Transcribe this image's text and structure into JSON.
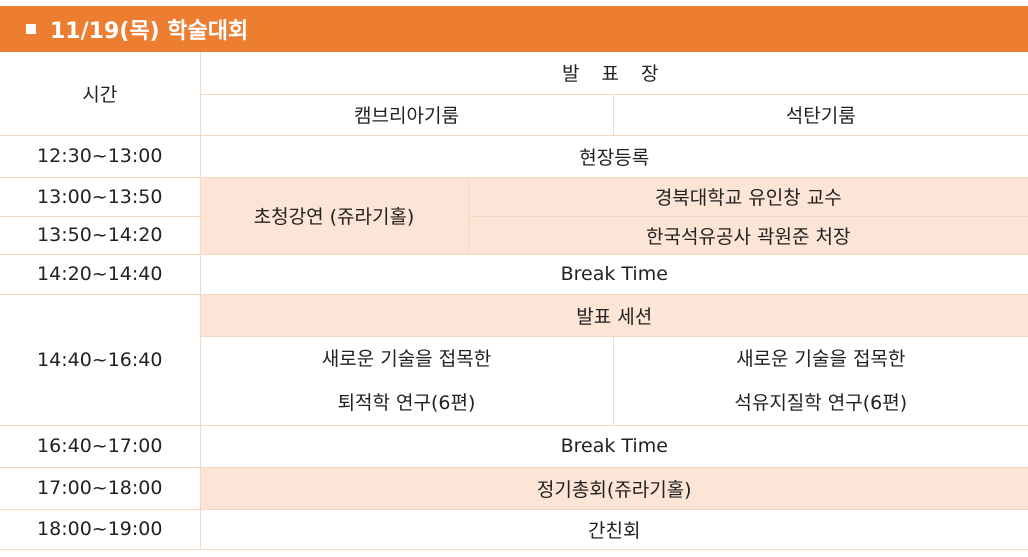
{
  "header": {
    "title": "11/19(목) 학술대회"
  },
  "columns": {
    "time_label": "시간",
    "venue_label": "발 표 장",
    "room1": "캠브리아기룸",
    "room2": "석탄기룸"
  },
  "rows": {
    "registration": {
      "time": "12:30~13:00",
      "label": "현장등록"
    },
    "invited_talk": {
      "label": "초청강연 (쥬라기홀)",
      "talk1": {
        "time": "13:00~13:50",
        "speaker": "경북대학교 유인창 교수"
      },
      "talk2": {
        "time": "13:50~14:20",
        "speaker": "한국석유공사 곽원준 처장"
      }
    },
    "break1": {
      "time": "14:20~14:40",
      "label": "Break Time"
    },
    "sessions": {
      "time": "14:40~16:40",
      "label": "발표 세션",
      "room1_line1": "새로운 기술을 접목한",
      "room1_line2": "퇴적학 연구(6편)",
      "room2_line1": "새로운 기술을 접목한",
      "room2_line2": "석유지질학 연구(6편)"
    },
    "break2": {
      "time": "16:40~17:00",
      "label": "Break Time"
    },
    "general_meeting": {
      "time": "17:00~18:00",
      "label": "정기총회(쥬라기홀)"
    },
    "dinner": {
      "time": "18:00~19:00",
      "label": "간친회"
    }
  },
  "colors": {
    "header_bg": "#ed7d31",
    "highlight_bg": "#fce4d6",
    "border": "#f6d7bf"
  }
}
